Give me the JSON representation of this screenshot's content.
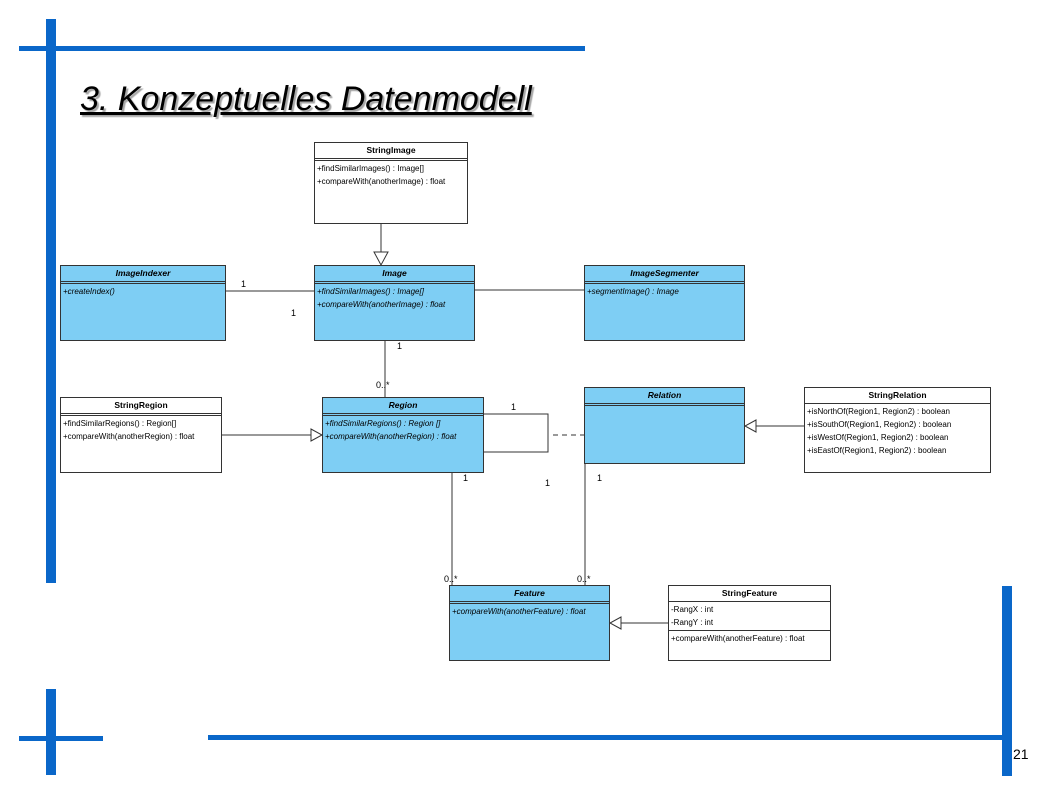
{
  "title": "3. Konzeptuelles Datenmodell",
  "page_number": "21",
  "colors": {
    "accent": "#0a67c9",
    "class_fill": "#7ecef4"
  },
  "classes": {
    "string_image": {
      "name": "StringImage",
      "ops": [
        "+findSimilarImages() : Image[]",
        "+compareWith(anotherImage) : float"
      ]
    },
    "image_indexer": {
      "name": "ImageIndexer",
      "ops": [
        "+createIndex()"
      ]
    },
    "image": {
      "name": "Image",
      "ops": [
        "+findSimilarImages() : Image[]",
        "+compareWith(anotherImage) : float"
      ]
    },
    "image_segmenter": {
      "name": "ImageSegmenter",
      "ops": [
        "+segmentImage() : Image"
      ]
    },
    "string_region": {
      "name": "StringRegion",
      "ops": [
        "+findSimilarRegions() : Region[]",
        "+compareWith(anotherRegion) : float"
      ]
    },
    "region": {
      "name": "Region",
      "ops": [
        "+findSimilarRegions() : Region []",
        "+compareWith(anotherRegion) : float"
      ]
    },
    "relation": {
      "name": "Relation",
      "ops": []
    },
    "string_relation": {
      "name": "StringRelation",
      "ops": [
        "+isNorthOf(Region1, Region2) : boolean",
        "+isSouthOf(Region1, Region2) : boolean",
        "+isWestOf(Region1, Region2) : boolean",
        "+isEastOf(Region1, Region2) : boolean"
      ]
    },
    "feature": {
      "name": "Feature",
      "ops": [
        "+compareWith(anotherFeature) : float"
      ]
    },
    "string_feature": {
      "name": "StringFeature",
      "attrs": [
        "-RangX : int",
        "-RangY : int"
      ],
      "ops": [
        "+compareWith(anotherFeature) : float"
      ]
    }
  },
  "multiplicities": {
    "indexer_image_a": "1",
    "indexer_image_b": "1",
    "image_region_a": "1",
    "image_region_b": "0..*",
    "region_self": "1",
    "region_relation": "1",
    "region_feature_a": "1",
    "region_feature_b": "0..*",
    "relation_feature_a": "1",
    "relation_feature_b": "0..*"
  }
}
